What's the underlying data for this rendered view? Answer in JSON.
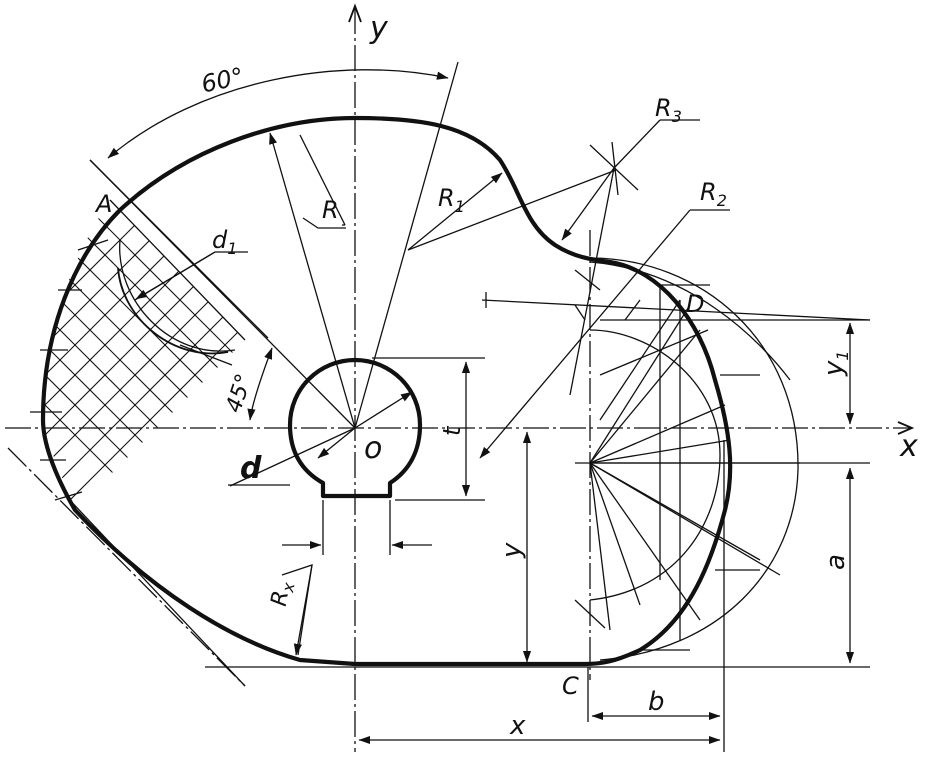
{
  "labels": {
    "axis_x": "x",
    "axis_y": "y",
    "origin": "o",
    "angle_60": "60°",
    "angle_45": "45°",
    "radius_r": "R",
    "radius_r1": "R",
    "radius_r1_sub": "1",
    "radius_r2": "R",
    "radius_r2_sub": "2",
    "radius_r3": "R",
    "radius_r3_sub": "3",
    "radius_rx": "R",
    "radius_rx_sub": "x",
    "point_a": "A",
    "point_c": "C",
    "point_d": "D",
    "hole_d1": "d",
    "hole_d1_sub": "1",
    "diameter_d": "d",
    "dim_t": "t",
    "dim_y": "y",
    "dim_y1": "y",
    "dim_y1_sub": "1",
    "dim_a": "a",
    "dim_b": "b",
    "dim_x": "x"
  }
}
